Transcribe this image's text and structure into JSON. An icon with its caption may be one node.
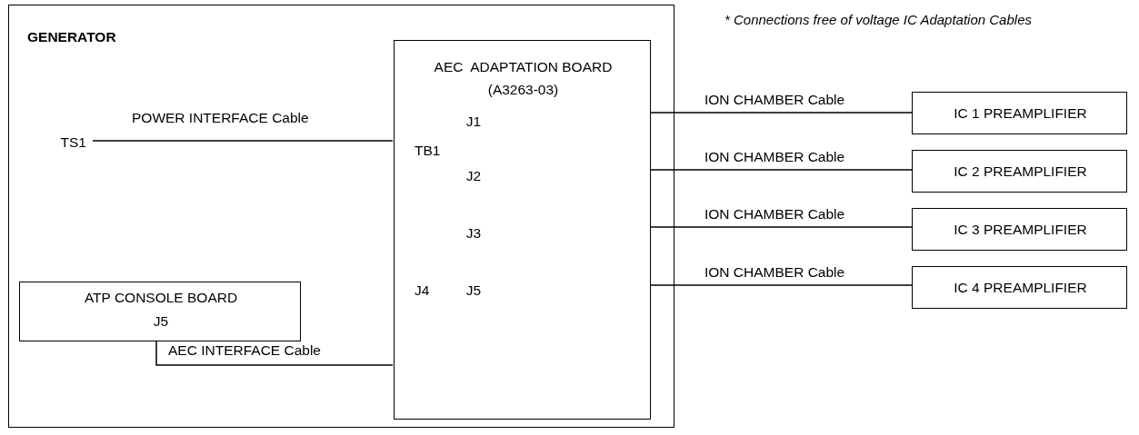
{
  "diagram": {
    "nodes": [
      {
        "text": [
          "GENERATOR"
        ]
      },
      {
        "text": [
          "AEC  ADAPTATION BOARD",
          "(A3263-03)",
          "J1",
          "TB1",
          "J2",
          "J3",
          "J4",
          "J5"
        ],
        "in": 0
      },
      {
        "text": [
          "TS1"
        ],
        "in": 0
      },
      {
        "text": [
          "ATP CONSOLE BOARD",
          "J5"
        ],
        "in": 0
      },
      {
        "text": [
          "IC 1 PREAMPLIFIER"
        ]
      },
      {
        "text": [
          "IC 2 PREAMPLIFIER"
        ]
      },
      {
        "text": [
          "IC 3 PREAMPLIFIER"
        ]
      },
      {
        "text": [
          "IC 4 PREAMPLIFIER"
        ]
      }
    ],
    "edges": [
      {
        "from": 2,
        "to": 1,
        "arrow": "none",
        "label": "POWER INTERFACE Cable"
      },
      {
        "from": 3,
        "to": 1,
        "arrow": "none",
        "label": "AEC INTERFACE Cable"
      },
      {
        "from": 1,
        "to": 4,
        "arrow": "none",
        "label": "ION CHAMBER Cable"
      },
      {
        "from": 1,
        "to": 5,
        "arrow": "none",
        "label": "ION CHAMBER Cable"
      },
      {
        "from": 1,
        "to": 6,
        "arrow": "none",
        "label": "ION CHAMBER Cable"
      },
      {
        "from": 1,
        "to": 7,
        "arrow": "none",
        "label": "ION CHAMBER Cable"
      }
    ],
    "labels": [
      "* Connections free of voltage IC Adaptation Cables"
    ]
  }
}
